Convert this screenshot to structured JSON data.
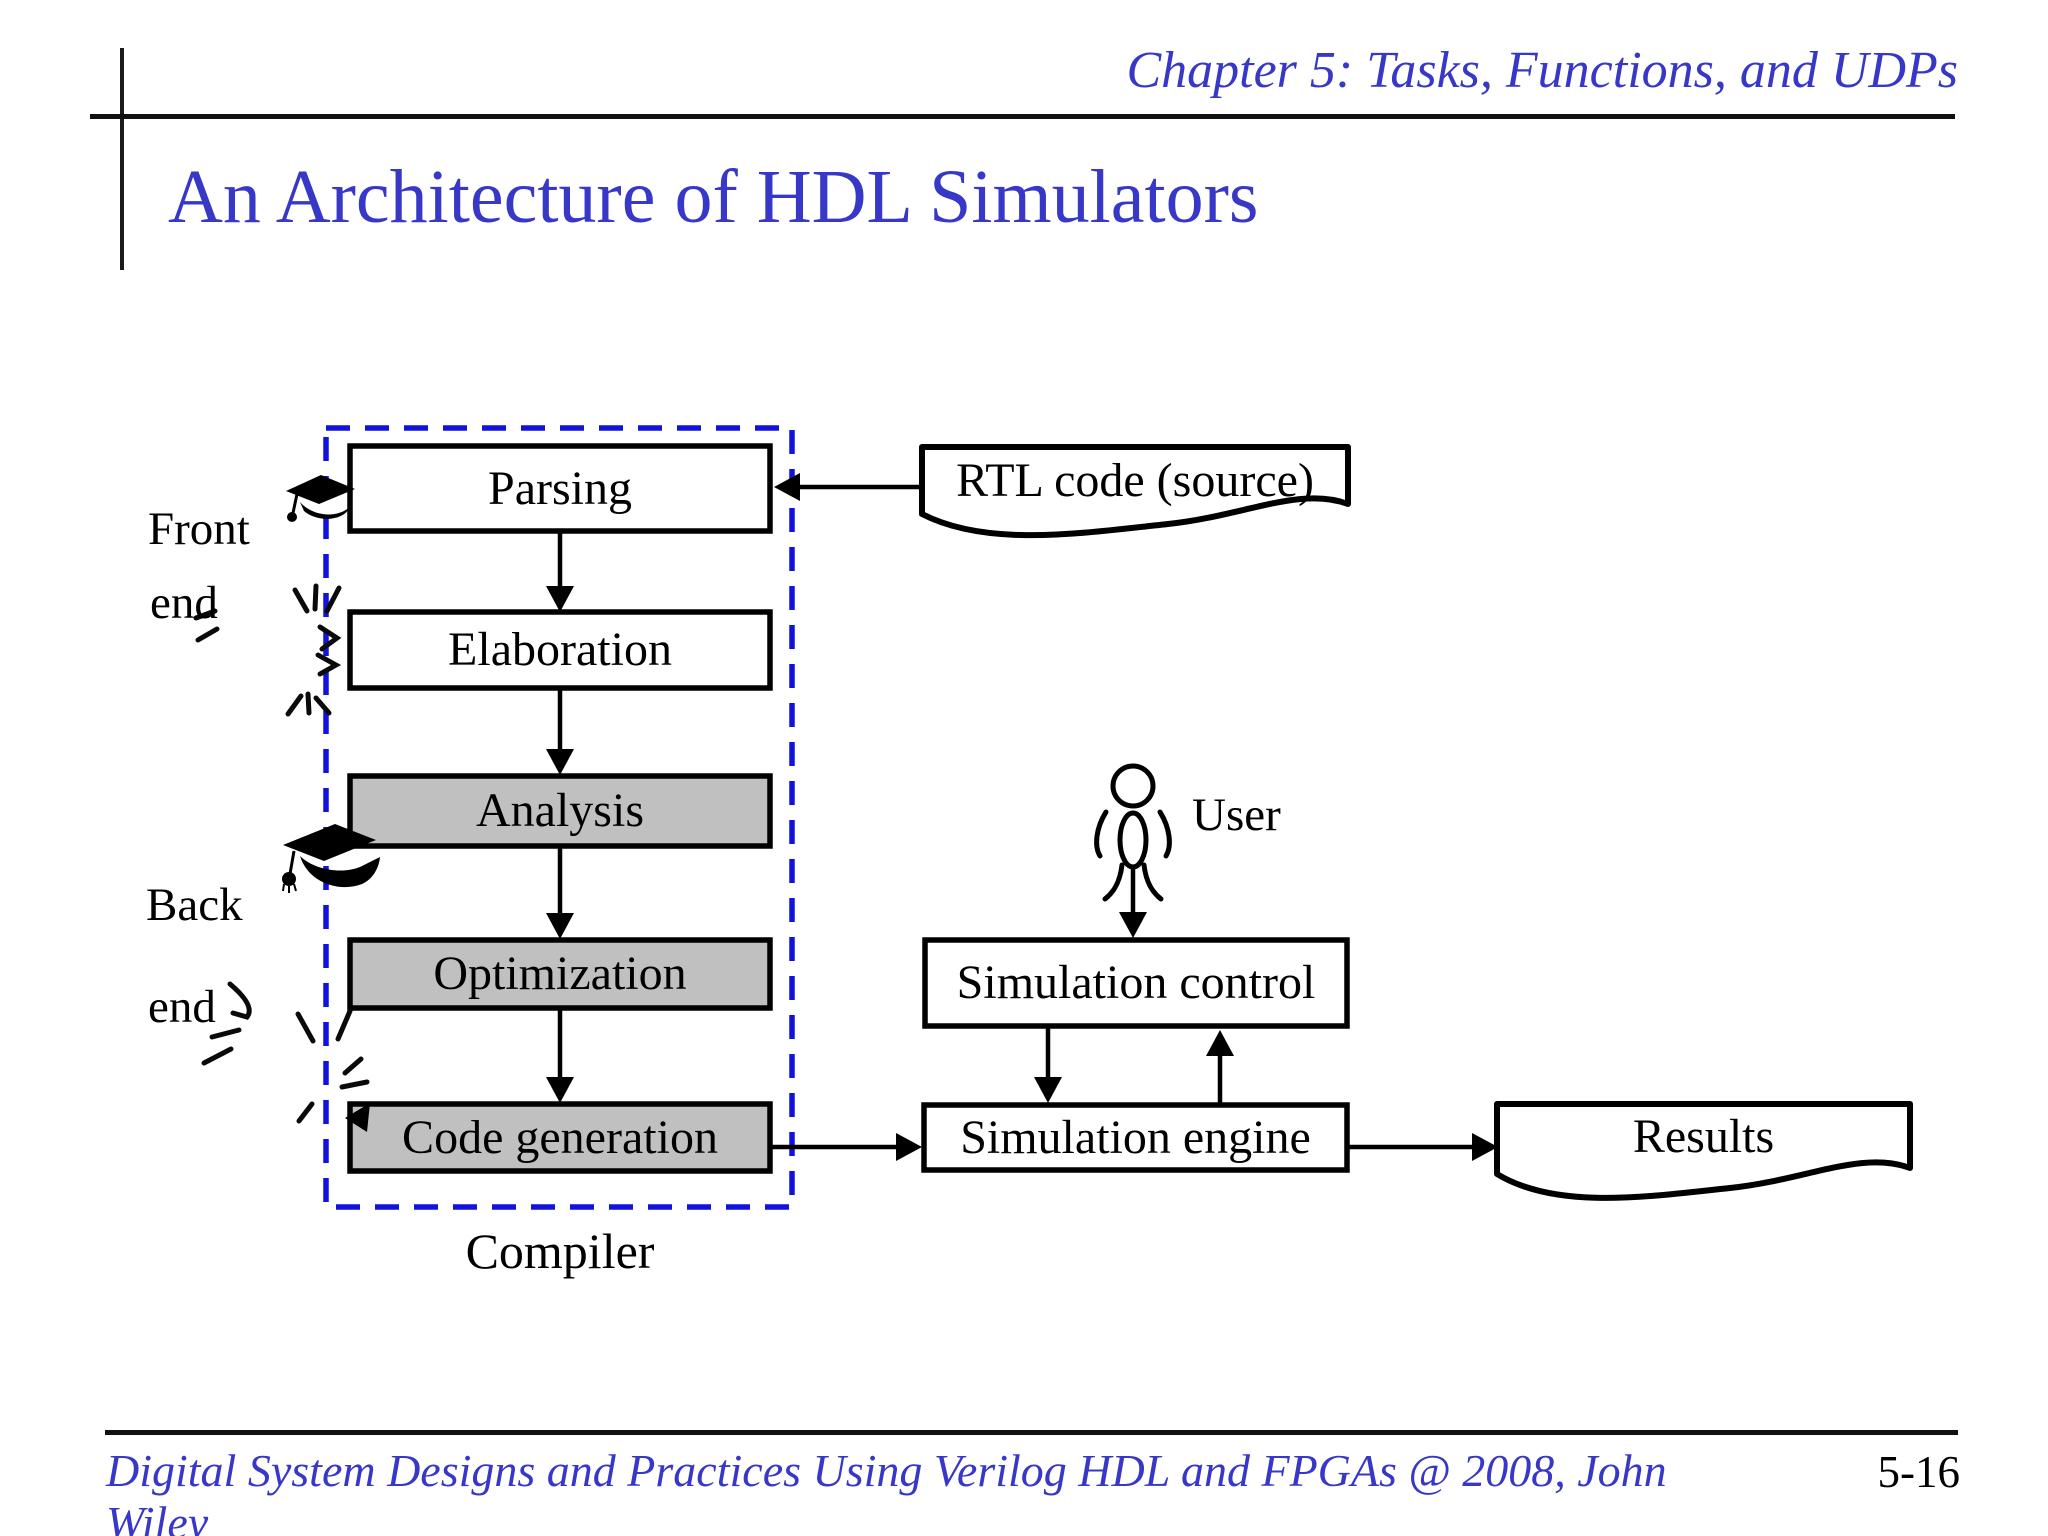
{
  "header": {
    "chapter": "Chapter 5: Tasks, Functions, and UDPs",
    "title": "An Architecture of HDL Simulators"
  },
  "diagram": {
    "compiler_group": {
      "caption": "Compiler",
      "front_label": {
        "line1": "Front",
        "line2": "end"
      },
      "back_label": {
        "line1": "Back",
        "line2": "end"
      },
      "stages": [
        {
          "label": "Parsing",
          "fill": "#ffffff"
        },
        {
          "label": "Elaboration",
          "fill": "#ffffff"
        },
        {
          "label": "Analysis",
          "fill": "#c0c0c0"
        },
        {
          "label": "Optimization",
          "fill": "#c0c0c0"
        },
        {
          "label": "Code generation",
          "fill": "#c0c0c0"
        }
      ]
    },
    "io": {
      "rtl_document": "RTL code (source)",
      "results_document": "Results"
    },
    "runtime": {
      "user_label": "User",
      "simulation_control": "Simulation control",
      "simulation_engine": "Simulation engine"
    },
    "icons": [
      "graduation-cap-icon",
      "user-stick-figure-icon",
      "pen-annotation-marks"
    ]
  },
  "footer": {
    "credit_line1": "Digital System Designs and Practices Using Verilog HDL and FPGAs @ 2008, John",
    "credit_line2": "Wiley",
    "page_number": "5-16"
  },
  "colors": {
    "accent_blue_text": "#3737c8",
    "compiler_dashed_blue": "#1212dd",
    "stage_gray": "#c0c0c0",
    "line_black": "#111111"
  }
}
